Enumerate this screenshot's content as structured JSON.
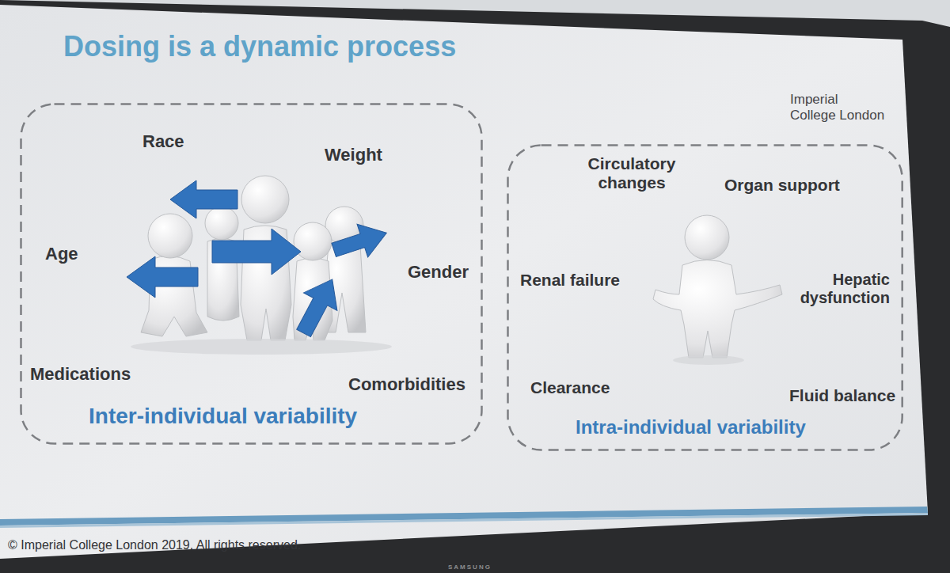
{
  "diagram": {
    "title": "Dosing is a dynamic process",
    "nodes": [
      {
        "text": [
          "Race",
          "Weight",
          "Age",
          "Gender",
          "Medications",
          "Comorbidities",
          "Inter-individual variability"
        ]
      },
      {
        "text": [
          "Circulatory changes",
          "Organ support",
          "Renal failure",
          "Hepatic dysfunction",
          "Clearance",
          "Fluid balance",
          "Intra-individual variability"
        ]
      }
    ],
    "labels": [
      "Imperial College London",
      "© Imperial College London 2019. All rights reserved.",
      "SAMSUNG"
    ]
  }
}
